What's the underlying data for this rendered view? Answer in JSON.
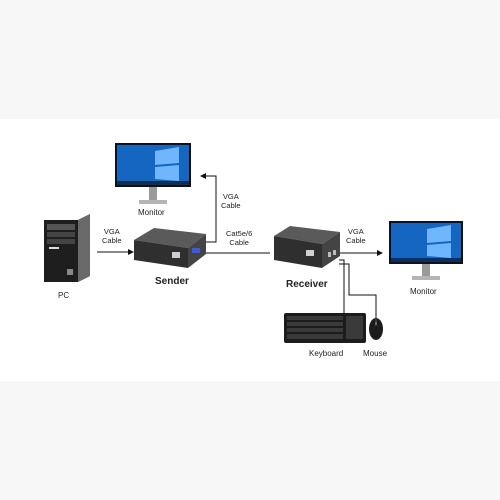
{
  "nodes": {
    "pc": "PC",
    "sender": "Sender",
    "receiver": "Receiver",
    "monitor_left": "Monitor",
    "monitor_right": "Monitor",
    "keyboard": "Keyboard",
    "mouse": "Mouse"
  },
  "cables": {
    "pc_to_sender": [
      "VGA",
      "Cable"
    ],
    "sender_to_monitor": [
      "VGA",
      "Cable"
    ],
    "sender_to_receiver": [
      "Cat5e/6",
      "Cable"
    ],
    "receiver_to_monitor": [
      "VGA",
      "Cable"
    ]
  },
  "colors": {
    "background": "#f7f7f7",
    "panel": "#ffffff",
    "device_body": "#3a3a3a",
    "screen_blue": "#1566c0"
  }
}
